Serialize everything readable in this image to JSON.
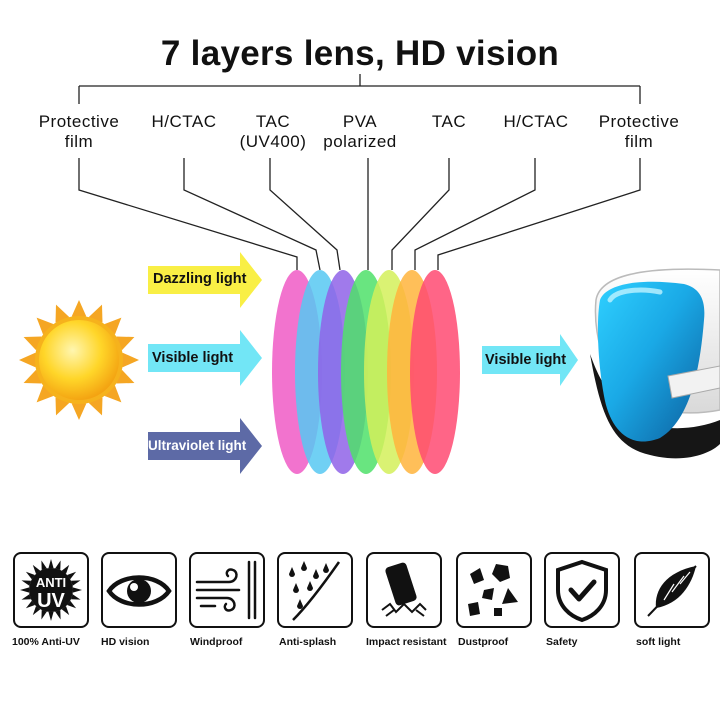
{
  "title": "7 layers lens, HD vision",
  "layers": [
    {
      "line1": "Protective",
      "line2": "film"
    },
    {
      "line1": "H/CTAC",
      "line2": ""
    },
    {
      "line1": "TAC",
      "line2": "(UV400)"
    },
    {
      "line1": "PVA",
      "line2": "polarized"
    },
    {
      "line1": "TAC",
      "line2": ""
    },
    {
      "line1": "H/CTAC",
      "line2": ""
    },
    {
      "line1": "Protective",
      "line2": "film"
    }
  ],
  "layer_colors": [
    "#f05bc6",
    "#57c8f2",
    "#8f63e8",
    "#4fe06a",
    "#d4f05a",
    "#ffb43c",
    "#ff4a72"
  ],
  "incoming_light": {
    "dazzling": "Dazzling light",
    "visible": "Visible light",
    "ultraviolet": "Ultraviolet light"
  },
  "outgoing_light": "Visible light",
  "arrow_colors": {
    "dazzling": "#f9ef45",
    "visible": "#72e6f6",
    "ultraviolet": "#5d6aa6"
  },
  "features": [
    {
      "icon": "anti-uv-icon",
      "label": "100% Anti-UV",
      "badge_top": "ANTI",
      "badge_bottom": "UV"
    },
    {
      "icon": "eye-icon",
      "label": "HD vision"
    },
    {
      "icon": "wind-icon",
      "label": "Windproof"
    },
    {
      "icon": "splash-icon",
      "label": "Anti-splash"
    },
    {
      "icon": "impact-icon",
      "label": "Impact resistant"
    },
    {
      "icon": "dust-icon",
      "label": "Dustproof"
    },
    {
      "icon": "shield-check-icon",
      "label": "Safety"
    },
    {
      "icon": "feather-icon",
      "label": "soft light"
    }
  ]
}
